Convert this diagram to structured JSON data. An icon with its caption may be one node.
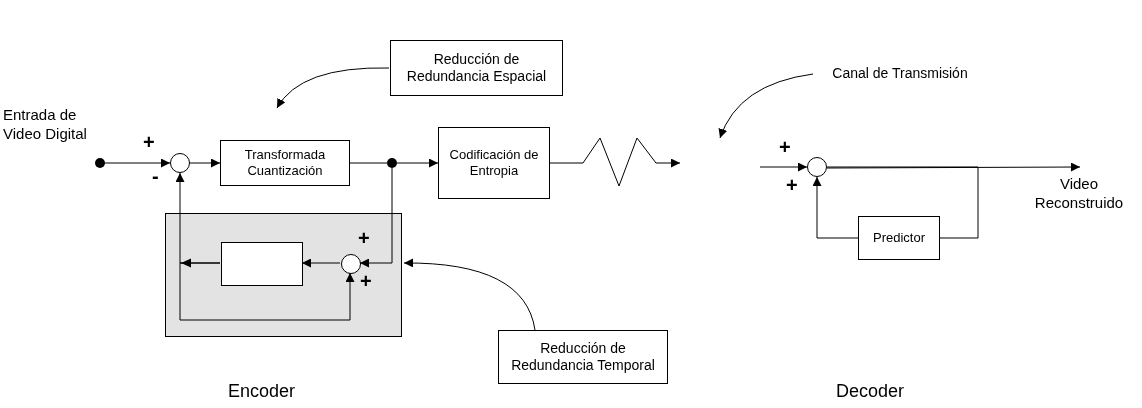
{
  "diagram": {
    "nodes": [
      {
        "text": [],
        "shape": "dot",
        "beside": [
          "Entrada de Video Digital"
        ]
      },
      {
        "text": [],
        "shape": "circle"
      },
      {
        "text": [
          "Transformada Cuantización"
        ]
      },
      {
        "text": [],
        "shape": "dot"
      },
      {
        "text": [
          "Codificación de Entropia"
        ]
      },
      {
        "text": [],
        "shape": "box"
      },
      {
        "text": [],
        "shape": "box",
        "in": 5
      },
      {
        "text": [],
        "shape": "circle",
        "in": 5
      },
      {
        "text": [],
        "shape": "circle"
      },
      {
        "text": [
          "Predictor"
        ]
      },
      {
        "text": [
          "Reducción de Redundancia Espacial"
        ]
      },
      {
        "text": [
          "Canal de Transmisión"
        ]
      },
      {
        "text": [
          "Reducción de Redundancia Temporal"
        ]
      },
      {
        "text": [
          "Video Reconstruido"
        ]
      }
    ],
    "edges": [
      {
        "from": 0,
        "to": 1,
        "arrow": "to"
      },
      {
        "from": 1,
        "to": 2,
        "arrow": "to"
      },
      {
        "from": 2,
        "to": 3,
        "arrow": "none"
      },
      {
        "from": 3,
        "to": 4,
        "arrow": "to"
      },
      {
        "from": 3,
        "to": 7,
        "arrow": "to"
      },
      {
        "from": 7,
        "to": 6,
        "arrow": "to"
      },
      {
        "from": 6,
        "to": 1,
        "arrow": "to"
      },
      {
        "from": 6,
        "to": 7,
        "arrow": "to"
      },
      {
        "from": 4,
        "to": null,
        "arrow": "to"
      },
      {
        "from": null,
        "to": 8,
        "arrow": "to"
      },
      {
        "from": 8,
        "to": 13,
        "arrow": "to"
      },
      {
        "from": 8,
        "to": 9,
        "arrow": "none"
      },
      {
        "from": 9,
        "to": 8,
        "arrow": "to"
      },
      {
        "from": 10,
        "to": null,
        "arrow": "to"
      },
      {
        "from": 11,
        "to": null,
        "arrow": "to"
      },
      {
        "from": 12,
        "to": 5,
        "arrow": "to"
      }
    ],
    "labels": [
      "+",
      "-",
      "+",
      "+",
      "+",
      "+",
      "Encoder",
      "Decoder"
    ]
  }
}
